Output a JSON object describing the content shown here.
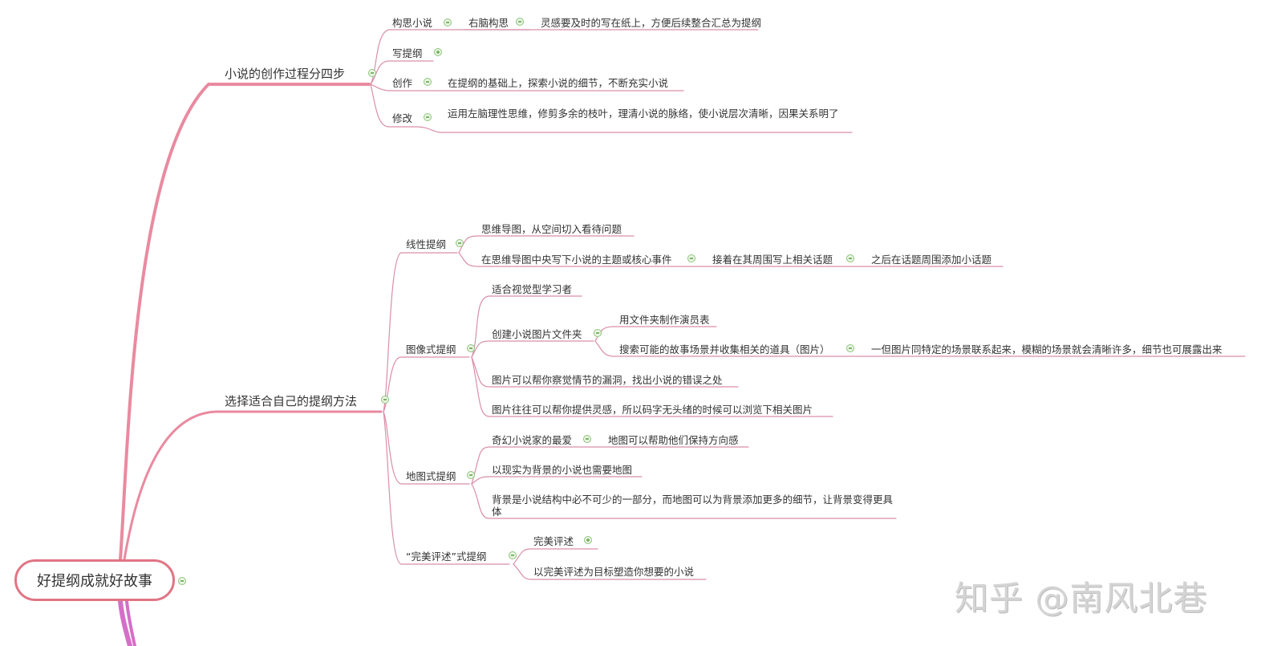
{
  "root": {
    "label": "好提纲成就好故事"
  },
  "branches": [
    {
      "label": "小说的创作过程分四步",
      "children": [
        {
          "label": "构思小说",
          "children": [
            {
              "label": "右脑构思",
              "children": [
                {
                  "label": "灵感要及时的写在纸上，方便后续整合汇总为提纲"
                }
              ]
            }
          ]
        },
        {
          "label": "写提纲",
          "collapsed": true
        },
        {
          "label": "创作",
          "children": [
            {
              "label": "在提纲的基础上，探索小说的细节，不断充实小说"
            }
          ]
        },
        {
          "label": "修改",
          "children": [
            {
              "label": "运用左脑理性思维，修剪多余的枝叶，理清小说的脉络，使小说层次清晰，因果关系明了"
            }
          ]
        }
      ]
    },
    {
      "label": "选择适合自己的提纲方法",
      "children": [
        {
          "label": "线性提纲",
          "children": [
            {
              "label": "思维导图，从空间切入看待问题"
            },
            {
              "label": "在思维导图中央写下小说的主题或核心事件",
              "children": [
                {
                  "label": "接着在其周围写上相关话题",
                  "children": [
                    {
                      "label": "之后在话题周围添加小话题"
                    }
                  ]
                }
              ]
            }
          ]
        },
        {
          "label": "图像式提纲",
          "children": [
            {
              "label": "适合视觉型学习者"
            },
            {
              "label": "创建小说图片文件夹",
              "children": [
                {
                  "label": "用文件夹制作演员表"
                },
                {
                  "label": "搜索可能的故事场景并收集相关的道具（图片）",
                  "children": [
                    {
                      "label": "一但图片同特定的场景联系起来，模糊的场景就会清晰许多，细节也可展露出来"
                    }
                  ]
                }
              ]
            },
            {
              "label": "图片可以帮你察觉情节的漏洞，找出小说的错误之处"
            },
            {
              "label": "图片往往可以帮你提供灵感，所以码字无头绪的时候可以浏览下相关图片"
            }
          ]
        },
        {
          "label": "地图式提纲",
          "children": [
            {
              "label": "奇幻小说家的最爱",
              "children": [
                {
                  "label": "地图可以帮助他们保持方向感"
                }
              ]
            },
            {
              "label": "以现实为背景的小说也需要地图"
            },
            {
              "label": "背景是小说结构中必不可少的一部分，而地图可以为背景添加更多的细节，让背景变得更具体"
            }
          ]
        },
        {
          "label": "“完美评述”式提纲",
          "children": [
            {
              "label": "完美评述",
              "collapsed": true
            },
            {
              "label": "以完美评述为目标塑造你想要的小说"
            }
          ]
        }
      ]
    }
  ],
  "watermark": "知乎 @南风北巷",
  "colors": {
    "branch": "#e07a95",
    "root_border": "#e07585",
    "lower_branch": "#d46fc8",
    "thin_line": "#d98fa8",
    "toggle": "#8cc47a"
  }
}
